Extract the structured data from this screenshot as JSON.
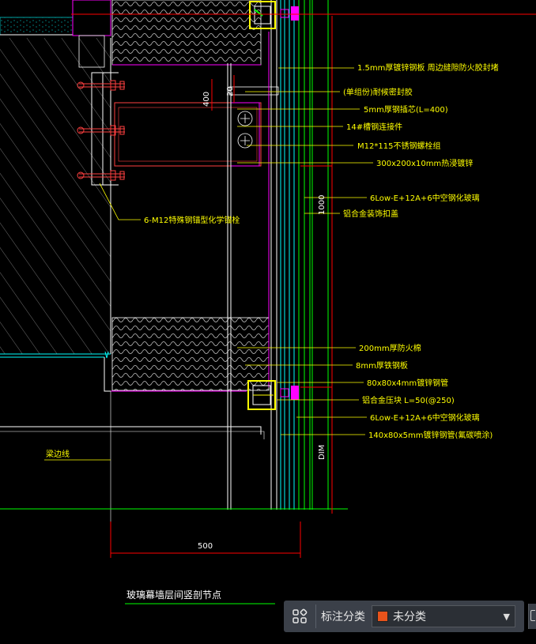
{
  "drawing": {
    "title": "玻璃幕墙层间竖剖节点",
    "annotations": [
      "1.5mm厚镀锌钢板  周边缝隙防火胶封堵",
      "(单组份)耐候密封胶",
      "5mm厚钢插芯(L=400)",
      "14#槽钢连接件",
      "M12*115不锈钢螺栓组",
      "300x200x10mm热浸镀锌",
      "6Low-E+12A+6中空钢化玻璃",
      "铝合金装饰扣盖",
      "6-M12特殊钢锚型化学锚栓",
      "200mm厚防火棉",
      "8mm厚铁钢板",
      "80x80x4mm镀锌钢管",
      "铝合金压块 L=50(@250)",
      "6Low-E+12A+6中空钢化玻璃",
      "140x80x5mm镀锌钢管(氟碳喷涂)",
      "梁边线"
    ],
    "dimensions": {
      "d400": "400",
      "d20": "20",
      "d1000": "1000",
      "ddim": "DIM",
      "d500": "500"
    },
    "colors": {
      "background": "#000000",
      "leader": "#ffff00",
      "dim_line": "#ff0000",
      "structure": "#ff00ff",
      "mullion": "#00ff00",
      "glass": "#00ffff",
      "hatch": "#ffffff"
    }
  },
  "toolbar": {
    "grid_icon": "grid-icon",
    "label": "标注分类",
    "select_value": "未分类",
    "swatch_color": "#e8531b",
    "caret_icon": "chevron-down-icon"
  }
}
